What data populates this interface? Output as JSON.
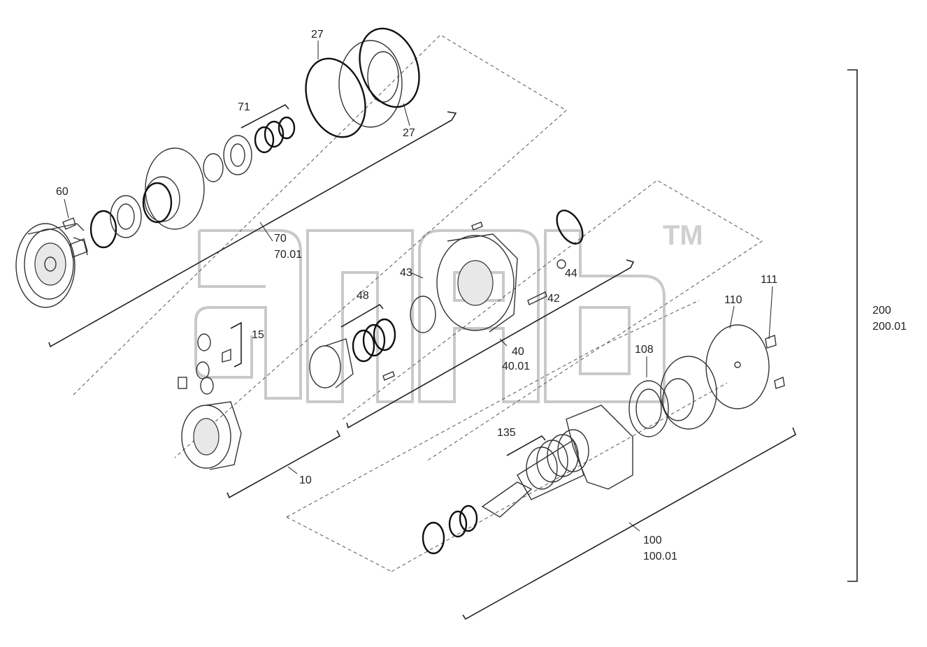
{
  "diagram": {
    "watermark": {
      "tm": "TM"
    },
    "labels": {
      "p27a": "27",
      "p27b": "27",
      "p71": "71",
      "p60": "60",
      "p70": "70",
      "p7001": "70.01",
      "p43": "43",
      "p44": "44",
      "p48": "48",
      "p42": "42",
      "p15": "15",
      "p40": "40",
      "p4001": "40.01",
      "p111": "111",
      "p110": "110",
      "p108": "108",
      "p200": "200",
      "p20001": "200.01",
      "p135": "135",
      "p10": "10",
      "p100": "100",
      "p10001": "100.01"
    }
  }
}
